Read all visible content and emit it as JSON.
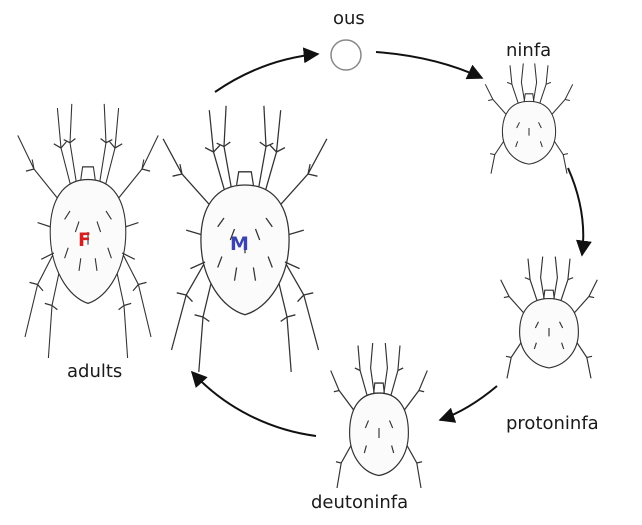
{
  "labels": {
    "egg": "ous",
    "larva": "ninfa",
    "protonymph": "protoninfa",
    "deutonymph": "deutoninfa",
    "adults": "adults",
    "female": "F",
    "male": "M"
  },
  "colors": {
    "line": "#333333",
    "arrow": "#111111",
    "female": "#d42020",
    "male": "#3a44b0"
  }
}
